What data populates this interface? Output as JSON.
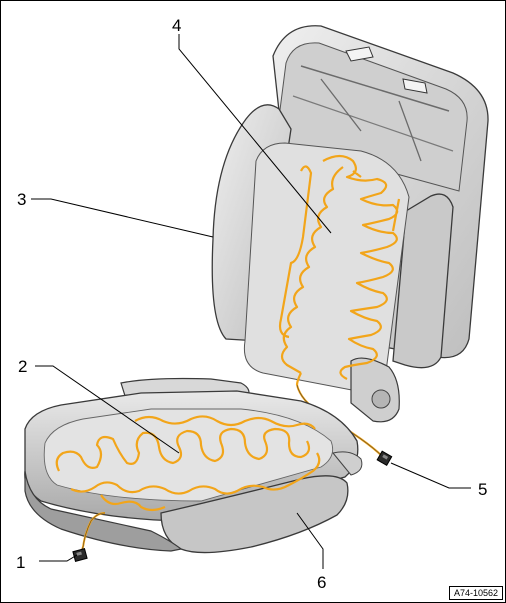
{
  "callouts": {
    "c1": "1",
    "c2": "2",
    "c3": "3",
    "c4": "4",
    "c5": "5",
    "c6": "6"
  },
  "figure_code": "A74-10562",
  "colors": {
    "seat_fill": "#dcdcdc",
    "seat_shade": "#b9b9b9",
    "seat_outline": "#3a3a3a",
    "heating_wire": "#f2a51a",
    "leader_line": "#000000"
  }
}
